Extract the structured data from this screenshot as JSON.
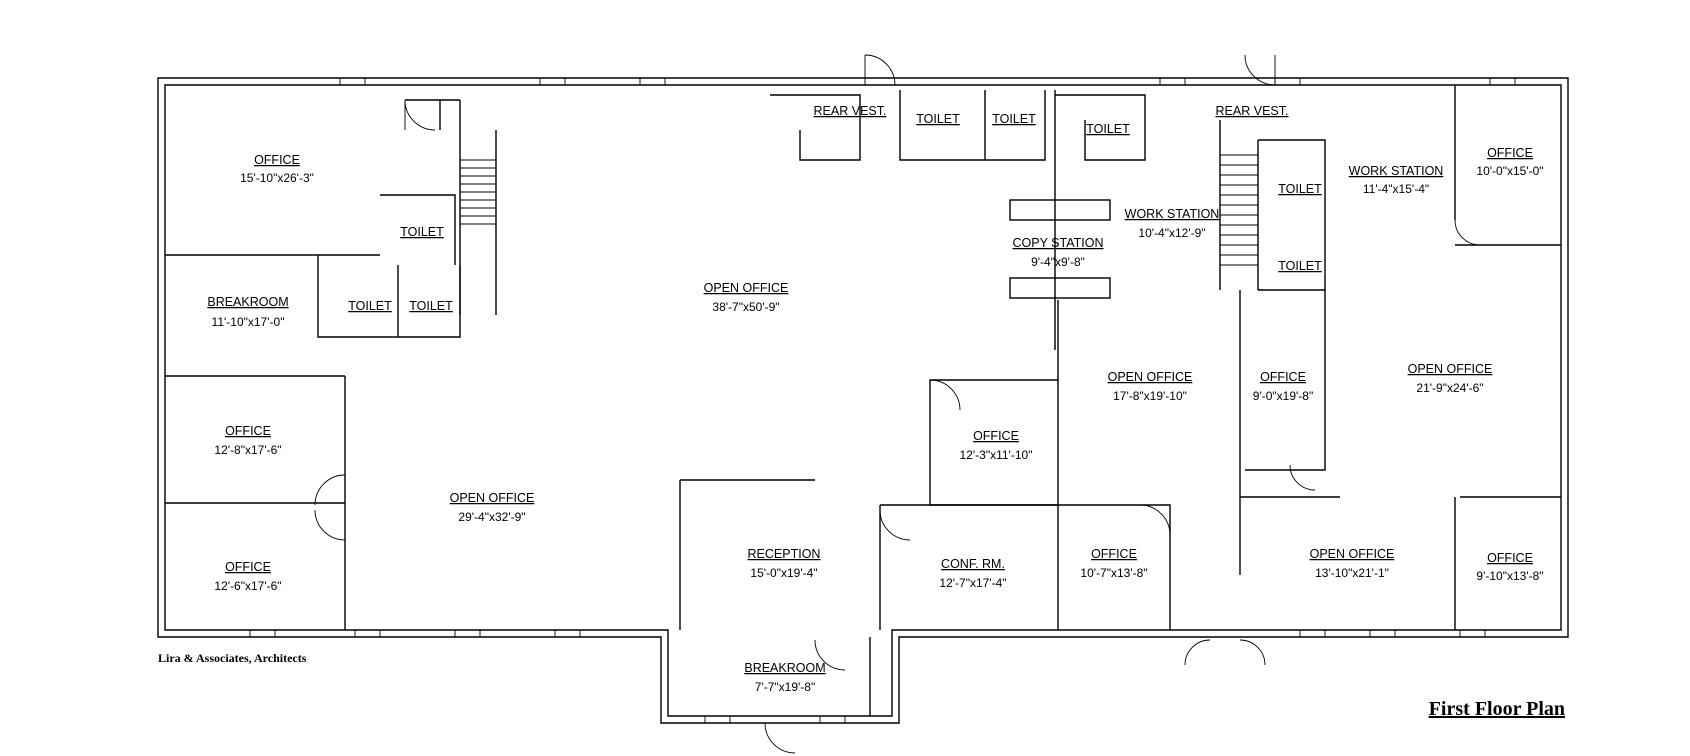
{
  "plan": {
    "title": "First Floor Plan",
    "credit": "Lira & Associates, Architects"
  },
  "rooms": [
    {
      "id": "office-nw",
      "label": "OFFICE",
      "dims": "15'-10\"x26'-3\""
    },
    {
      "id": "toilet-nw",
      "label": "TOILET",
      "dims": ""
    },
    {
      "id": "breakroom-w",
      "label": "BREAKROOM",
      "dims": "11'-10\"x17'-0\""
    },
    {
      "id": "toilet-w1",
      "label": "TOILET",
      "dims": ""
    },
    {
      "id": "toilet-w2",
      "label": "TOILET",
      "dims": ""
    },
    {
      "id": "open-office-center",
      "label": "OPEN OFFICE",
      "dims": "38'-7\"x50'-9\""
    },
    {
      "id": "rear-vest-1",
      "label": "REAR VEST.",
      "dims": ""
    },
    {
      "id": "toilet-n1",
      "label": "TOILET",
      "dims": ""
    },
    {
      "id": "toilet-n2",
      "label": "TOILET",
      "dims": ""
    },
    {
      "id": "toilet-n3",
      "label": "TOILET",
      "dims": ""
    },
    {
      "id": "copy-station",
      "label": "COPY STATION",
      "dims": "9'-4\"x9'-8\""
    },
    {
      "id": "work-station-1",
      "label": "WORK STATION",
      "dims": "10'-4\"x12'-9\""
    },
    {
      "id": "rear-vest-2",
      "label": "REAR VEST.",
      "dims": ""
    },
    {
      "id": "toilet-e1",
      "label": "TOILET",
      "dims": ""
    },
    {
      "id": "toilet-e2",
      "label": "TOILET",
      "dims": ""
    },
    {
      "id": "work-station-2",
      "label": "WORK STATION",
      "dims": "11'-4\"x15'-4\""
    },
    {
      "id": "office-ne",
      "label": "OFFICE",
      "dims": "10'-0\"x15'-0\""
    },
    {
      "id": "office-w1",
      "label": "OFFICE",
      "dims": "12'-8\"x17'-6\""
    },
    {
      "id": "office-w2",
      "label": "OFFICE",
      "dims": "12'-6\"x17'-6\""
    },
    {
      "id": "open-office-sw",
      "label": "OPEN OFFICE",
      "dims": "29'-4\"x32'-9\""
    },
    {
      "id": "office-mid",
      "label": "OFFICE",
      "dims": "12'-3\"x11'-10\""
    },
    {
      "id": "open-office-mid",
      "label": "OPEN OFFICE",
      "dims": "17'-8\"x19'-10\""
    },
    {
      "id": "office-e1",
      "label": "OFFICE",
      "dims": "9'-0\"x19'-8\""
    },
    {
      "id": "open-office-e",
      "label": "OPEN OFFICE",
      "dims": "21'-9\"x24'-6\""
    },
    {
      "id": "reception",
      "label": "RECEPTION",
      "dims": "15'-0\"x19'-4\""
    },
    {
      "id": "conf-rm",
      "label": "CONF. RM.",
      "dims": "12'-7\"x17'-4\""
    },
    {
      "id": "office-s",
      "label": "OFFICE",
      "dims": "10'-7\"x13'-8\""
    },
    {
      "id": "open-office-se",
      "label": "OPEN OFFICE",
      "dims": "13'-10\"x21'-1\""
    },
    {
      "id": "office-se",
      "label": "OFFICE",
      "dims": "9'-10\"x13'-8\""
    },
    {
      "id": "breakroom-s",
      "label": "BREAKROOM",
      "dims": "7'-7\"x19'-8\""
    }
  ]
}
